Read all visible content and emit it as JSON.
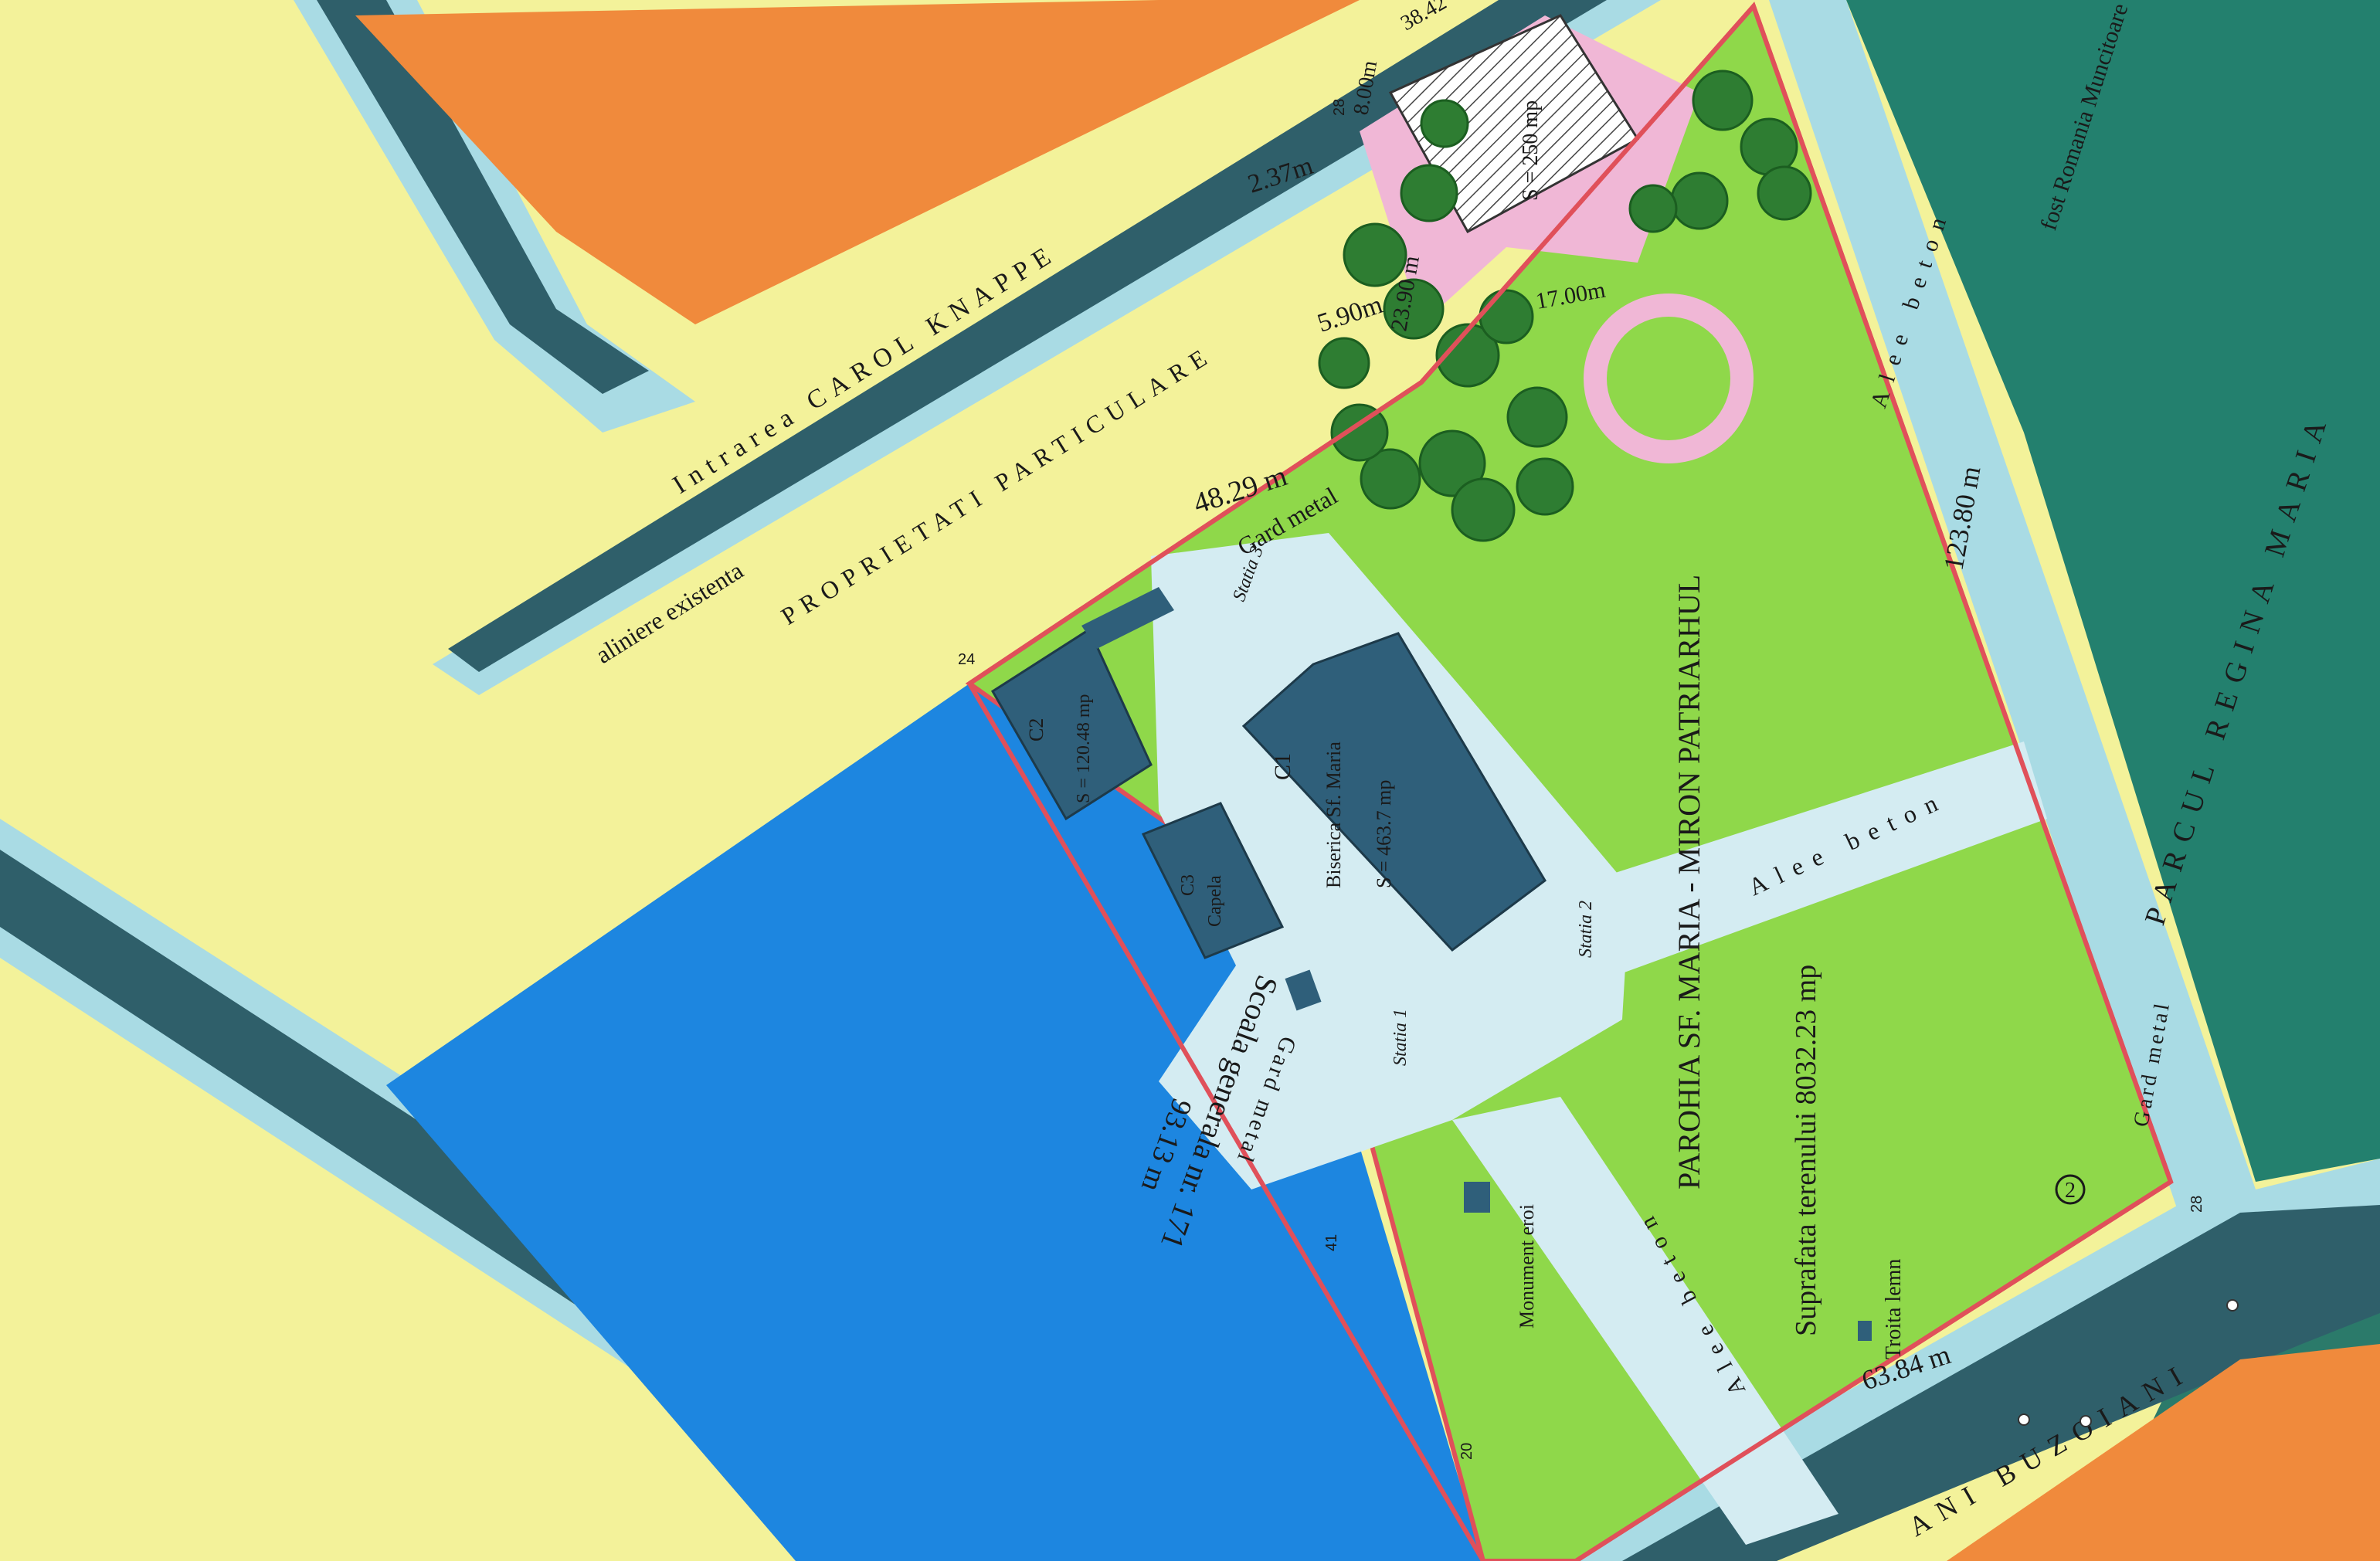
{
  "map": {
    "colors": {
      "yellow_zone": "#f3f29a",
      "orange_zone": "#f08a3c",
      "blue_zone": "#1d86e0",
      "green_parcel": "#8fd84a",
      "teal_park": "#23806e",
      "dark_road": "#2f5f6a",
      "light_road": "#a9dbe4",
      "alley": "#d4ecf2",
      "building": "#2f5f7a",
      "boundary": "#e0505a",
      "sketch": "#7bbf4a"
    },
    "labels": {
      "street_top": "Intrarea CAROL KNAPPE",
      "private_props": "PROPRIETATI PARTICULARE",
      "existing_alignment": "aliniere existenta",
      "school": "Scoala generala nr. 171",
      "parish_name": "PAROHIA SF. MARIA - MIRON PATRIARHUL",
      "land_area": "Suprafata terenului  8032.23 mp",
      "alley_main": "Alee beton",
      "alley_side": "Alee beton",
      "alley_lower": "Alee beton",
      "park_name": "PARCUL REGINA MARIA",
      "former_name": "fost Romania Muncitoare",
      "street_bottom": "ANI BUZOIANI",
      "church_code": "C1",
      "church_name": "Biserica Sf. Maria",
      "church_area": "S = 463.7 mp",
      "building_c2": "C2",
      "building_c2_area": "S = 120.48 mp",
      "building_c3": "C3",
      "building_c3_name": "Capela",
      "monument": "Monument eroi",
      "troita": "Troita lemn",
      "hatched_area": "S = 250 mp",
      "fence_top": "Gard metal",
      "fence_left": "Gard metal",
      "fence_right": "Gard metal",
      "station1": "Statia 1",
      "station2": "Statia 2",
      "station3": "Statia 3",
      "marker_2": "2",
      "dim_48": "48.29 m",
      "dim_93": "93.13 m",
      "dim_123": "123.80 m",
      "dim_63": "63.84 m",
      "dim_237": "2.37m",
      "dim_590": "5.90m",
      "dim_2390": "23.90 m",
      "dim_1700": "17.00m",
      "dim_800": "8.00m",
      "dim_3842": "38.42",
      "corner_24": "24",
      "corner_28a": "28",
      "corner_28b": "28",
      "corner_20": "20",
      "corner_41": "41"
    }
  }
}
